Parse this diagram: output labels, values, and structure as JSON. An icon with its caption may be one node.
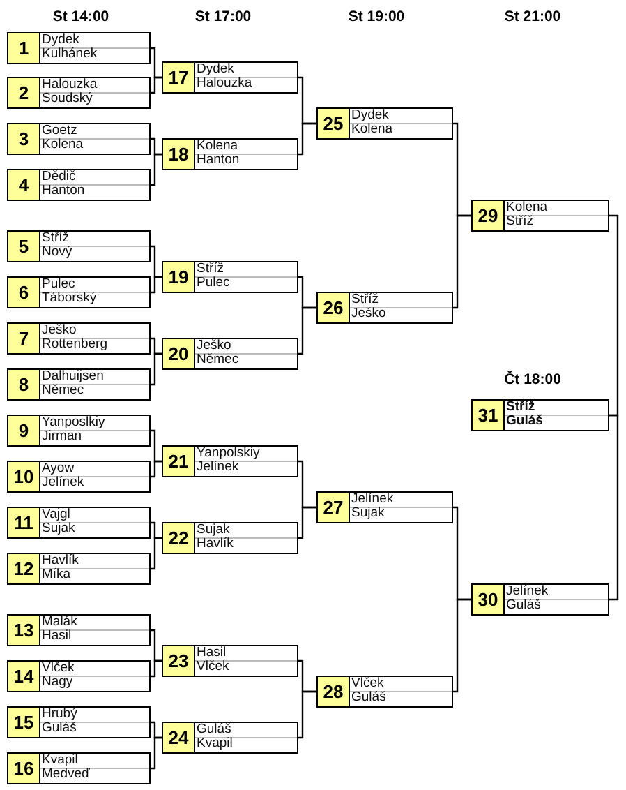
{
  "diagram": {
    "nodes": [
      {
        "text": [
          "1",
          "Dydek",
          "Kulhánek"
        ]
      },
      {
        "text": [
          "2",
          "Halouzka",
          "Soudský"
        ]
      },
      {
        "text": [
          "3",
          "Goetz",
          "Kolena"
        ]
      },
      {
        "text": [
          "4",
          "Dědič",
          "Hanton"
        ]
      },
      {
        "text": [
          "5",
          "Stříž",
          "Nový"
        ]
      },
      {
        "text": [
          "6",
          "Pulec",
          "Táborský"
        ]
      },
      {
        "text": [
          "7",
          "Ješko",
          "Rottenberg"
        ]
      },
      {
        "text": [
          "8",
          "Dalhuijsen",
          "Němec"
        ]
      },
      {
        "text": [
          "9",
          "Yanposlkiy",
          "Jirman"
        ]
      },
      {
        "text": [
          "10",
          "Ayow",
          "Jelínek"
        ]
      },
      {
        "text": [
          "11",
          "Vajgl",
          "Sujak"
        ]
      },
      {
        "text": [
          "12",
          "Havlík",
          "Míka"
        ]
      },
      {
        "text": [
          "13",
          "Malák",
          "Hasil"
        ]
      },
      {
        "text": [
          "14",
          "Vlček",
          "Nagy"
        ]
      },
      {
        "text": [
          "15",
          "Hrubý",
          "Guláš"
        ]
      },
      {
        "text": [
          "16",
          "Kvapil",
          "Medveď"
        ]
      },
      {
        "text": [
          "17",
          "Dydek",
          "Halouzka"
        ]
      },
      {
        "text": [
          "18",
          "Kolena",
          "Hanton"
        ]
      },
      {
        "text": [
          "19",
          "Stříž",
          "Pulec"
        ]
      },
      {
        "text": [
          "20",
          "Ješko",
          "Němec"
        ]
      },
      {
        "text": [
          "21",
          "Yanpolskiy",
          "Jelínek"
        ]
      },
      {
        "text": [
          "22",
          "Sujak",
          "Havlík"
        ]
      },
      {
        "text": [
          "23",
          "Hasil",
          "Vlček"
        ]
      },
      {
        "text": [
          "24",
          "Guláš",
          "Kvapil"
        ]
      },
      {
        "text": [
          "25",
          "Dydek",
          "Kolena"
        ]
      },
      {
        "text": [
          "26",
          "Stříž",
          "Ješko"
        ]
      },
      {
        "text": [
          "27",
          "Jelínek",
          "Sujak"
        ]
      },
      {
        "text": [
          "28",
          "Vlček",
          "Guláš"
        ]
      },
      {
        "text": [
          "29",
          "Kolena",
          "Stříž"
        ]
      },
      {
        "text": [
          "30",
          "Jelínek",
          "Guláš"
        ]
      },
      {
        "text": [
          "31",
          "Stříž",
          "Guláš"
        ]
      }
    ],
    "edges": [
      {
        "from": 0,
        "to": 16,
        "arrow": "none"
      },
      {
        "from": 1,
        "to": 16,
        "arrow": "none"
      },
      {
        "from": 2,
        "to": 17,
        "arrow": "none"
      },
      {
        "from": 3,
        "to": 17,
        "arrow": "none"
      },
      {
        "from": 4,
        "to": 18,
        "arrow": "none"
      },
      {
        "from": 5,
        "to": 18,
        "arrow": "none"
      },
      {
        "from": 6,
        "to": 19,
        "arrow": "none"
      },
      {
        "from": 7,
        "to": 19,
        "arrow": "none"
      },
      {
        "from": 8,
        "to": 20,
        "arrow": "none"
      },
      {
        "from": 9,
        "to": 20,
        "arrow": "none"
      },
      {
        "from": 10,
        "to": 21,
        "arrow": "none"
      },
      {
        "from": 11,
        "to": 21,
        "arrow": "none"
      },
      {
        "from": 12,
        "to": 22,
        "arrow": "none"
      },
      {
        "from": 13,
        "to": 22,
        "arrow": "none"
      },
      {
        "from": 14,
        "to": 23,
        "arrow": "none"
      },
      {
        "from": 15,
        "to": 23,
        "arrow": "none"
      },
      {
        "from": 16,
        "to": 24,
        "arrow": "none"
      },
      {
        "from": 17,
        "to": 24,
        "arrow": "none"
      },
      {
        "from": 18,
        "to": 25,
        "arrow": "none"
      },
      {
        "from": 19,
        "to": 25,
        "arrow": "none"
      },
      {
        "from": 20,
        "to": 26,
        "arrow": "none"
      },
      {
        "from": 21,
        "to": 26,
        "arrow": "none"
      },
      {
        "from": 22,
        "to": 27,
        "arrow": "none"
      },
      {
        "from": 23,
        "to": 27,
        "arrow": "none"
      },
      {
        "from": 24,
        "to": 28,
        "arrow": "none"
      },
      {
        "from": 25,
        "to": 28,
        "arrow": "none"
      },
      {
        "from": 26,
        "to": 29,
        "arrow": "none"
      },
      {
        "from": 27,
        "to": 29,
        "arrow": "none"
      },
      {
        "from": 28,
        "to": 30,
        "arrow": "none"
      },
      {
        "from": 29,
        "to": 30,
        "arrow": "none"
      }
    ],
    "labels": [
      "St 14:00",
      "St 17:00",
      "St 19:00",
      "St 21:00",
      "Čt 18:00"
    ]
  }
}
